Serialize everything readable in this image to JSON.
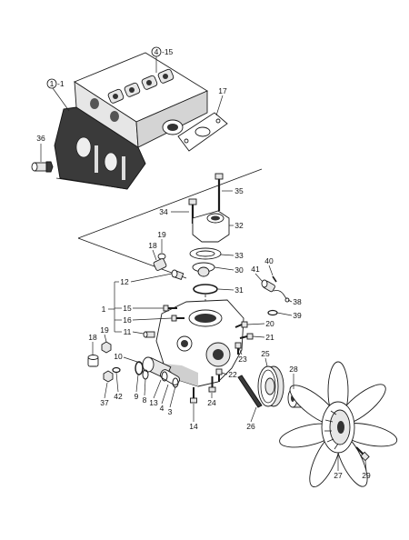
{
  "assembly_refs": [
    {
      "number": "1",
      "suffix": "-1"
    },
    {
      "number": "4",
      "suffix": "-15"
    }
  ],
  "callouts": [
    "17",
    "36",
    "35",
    "34",
    "32",
    "19",
    "18",
    "33",
    "30",
    "41",
    "40",
    "12",
    "31",
    "38",
    "39",
    "1",
    "15",
    "16",
    "20",
    "19",
    "11",
    "21",
    "18",
    "23",
    "25",
    "10",
    "22",
    "28",
    "9",
    "8",
    "13",
    "4",
    "3",
    "24",
    "37",
    "42",
    "14",
    "26",
    "27",
    "29"
  ]
}
